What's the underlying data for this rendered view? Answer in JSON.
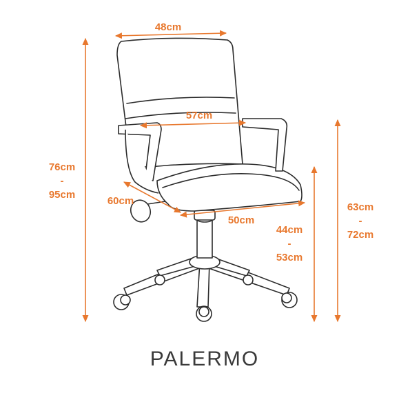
{
  "product": {
    "name": "PALERMO"
  },
  "colors": {
    "accent": "#e8782e",
    "line": "#2b2b2b",
    "title": "#3a3a3a"
  },
  "dimensions": {
    "backrest_width": "48cm",
    "armrest_width": "57cm",
    "seat_depth": "60cm",
    "seat_width": "50cm",
    "total_height": {
      "min": "76cm",
      "sep": "-",
      "max": "95cm"
    },
    "armrest_height": {
      "min": "63cm",
      "sep": "-",
      "max": "72cm"
    },
    "seat_height": {
      "min": "44cm",
      "sep": "-",
      "max": "53cm"
    }
  }
}
